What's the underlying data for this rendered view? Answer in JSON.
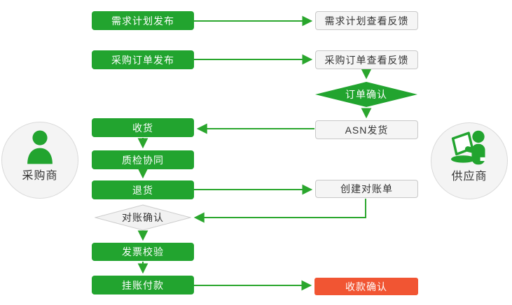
{
  "actors": {
    "buyer": {
      "label": "采购商",
      "icon": "person-icon"
    },
    "supplier": {
      "label": "供应商",
      "icon": "person-laptop-icon"
    }
  },
  "nodes": {
    "demand_plan": {
      "label": "需求计划发布",
      "style": "green-box"
    },
    "demand_feedback": {
      "label": "需求计划查看反馈",
      "style": "light-box"
    },
    "po_publish": {
      "label": "采购订单发布",
      "style": "green-box"
    },
    "po_feedback": {
      "label": "采购订单查看反馈",
      "style": "light-box"
    },
    "order_confirm": {
      "label": "订单确认",
      "style": "green-diamond"
    },
    "asn": {
      "label": "ASN发货",
      "style": "light-box"
    },
    "receive": {
      "label": "收货",
      "style": "green-box"
    },
    "quality": {
      "label": "质检协同",
      "style": "green-box"
    },
    "return": {
      "label": "退货",
      "style": "green-box"
    },
    "statement": {
      "label": "创建对账单",
      "style": "light-box"
    },
    "recon_confirm": {
      "label": "对账确认",
      "style": "light-diamond"
    },
    "invoice": {
      "label": "发票校验",
      "style": "green-box"
    },
    "payment": {
      "label": "挂账付款",
      "style": "green-box"
    },
    "payment_confirm": {
      "label": "收款确认",
      "style": "red-box"
    }
  },
  "edges": [
    "demand_plan -> demand_feedback",
    "po_publish -> po_feedback",
    "po_feedback -> order_confirm",
    "order_confirm -> asn",
    "asn -> receive",
    "receive -> quality",
    "quality -> return",
    "return -> statement",
    "statement -> recon_confirm",
    "recon_confirm -> invoice",
    "invoice -> payment",
    "payment -> payment_confirm"
  ],
  "colors": {
    "process_green": "#22A42F",
    "arrow_green": "#2AA62D",
    "confirm_red": "#F15533",
    "light_node_bg": "#F5F5F5",
    "light_node_border": "#C8C8C8",
    "diamond_light_bg": "#F2F2F2",
    "actor_circle_bg": "#F4F4F4",
    "text_dark": "#333333",
    "text_light": "#FFFFFF"
  }
}
